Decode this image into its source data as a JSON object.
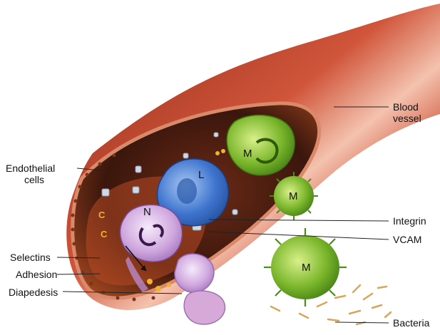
{
  "labels": {
    "blood_vessel_line1": "Blood",
    "blood_vessel_line2": "vessel",
    "endothelial_line1": "Endothelial",
    "endothelial_line2": "cells",
    "integrin": "Integrin",
    "vcam": "VCAM",
    "selectins": "Selectins",
    "adhesion": "Adhesion",
    "diapedesis": "Diapedesis",
    "bacteria": "Bacteria"
  },
  "cells": {
    "macrophage_letter": "M",
    "lymphocyte_letter": "L",
    "neutrophil_letter": "N"
  },
  "colors": {
    "vessel_wall": "#c0392b",
    "vessel_lumen": "#3a1a10",
    "macrophage": "#7cb82f",
    "lymphocyte": "#4a7fd0",
    "neutrophil": "#c9a6d6",
    "bacteria": "#e0b070"
  }
}
